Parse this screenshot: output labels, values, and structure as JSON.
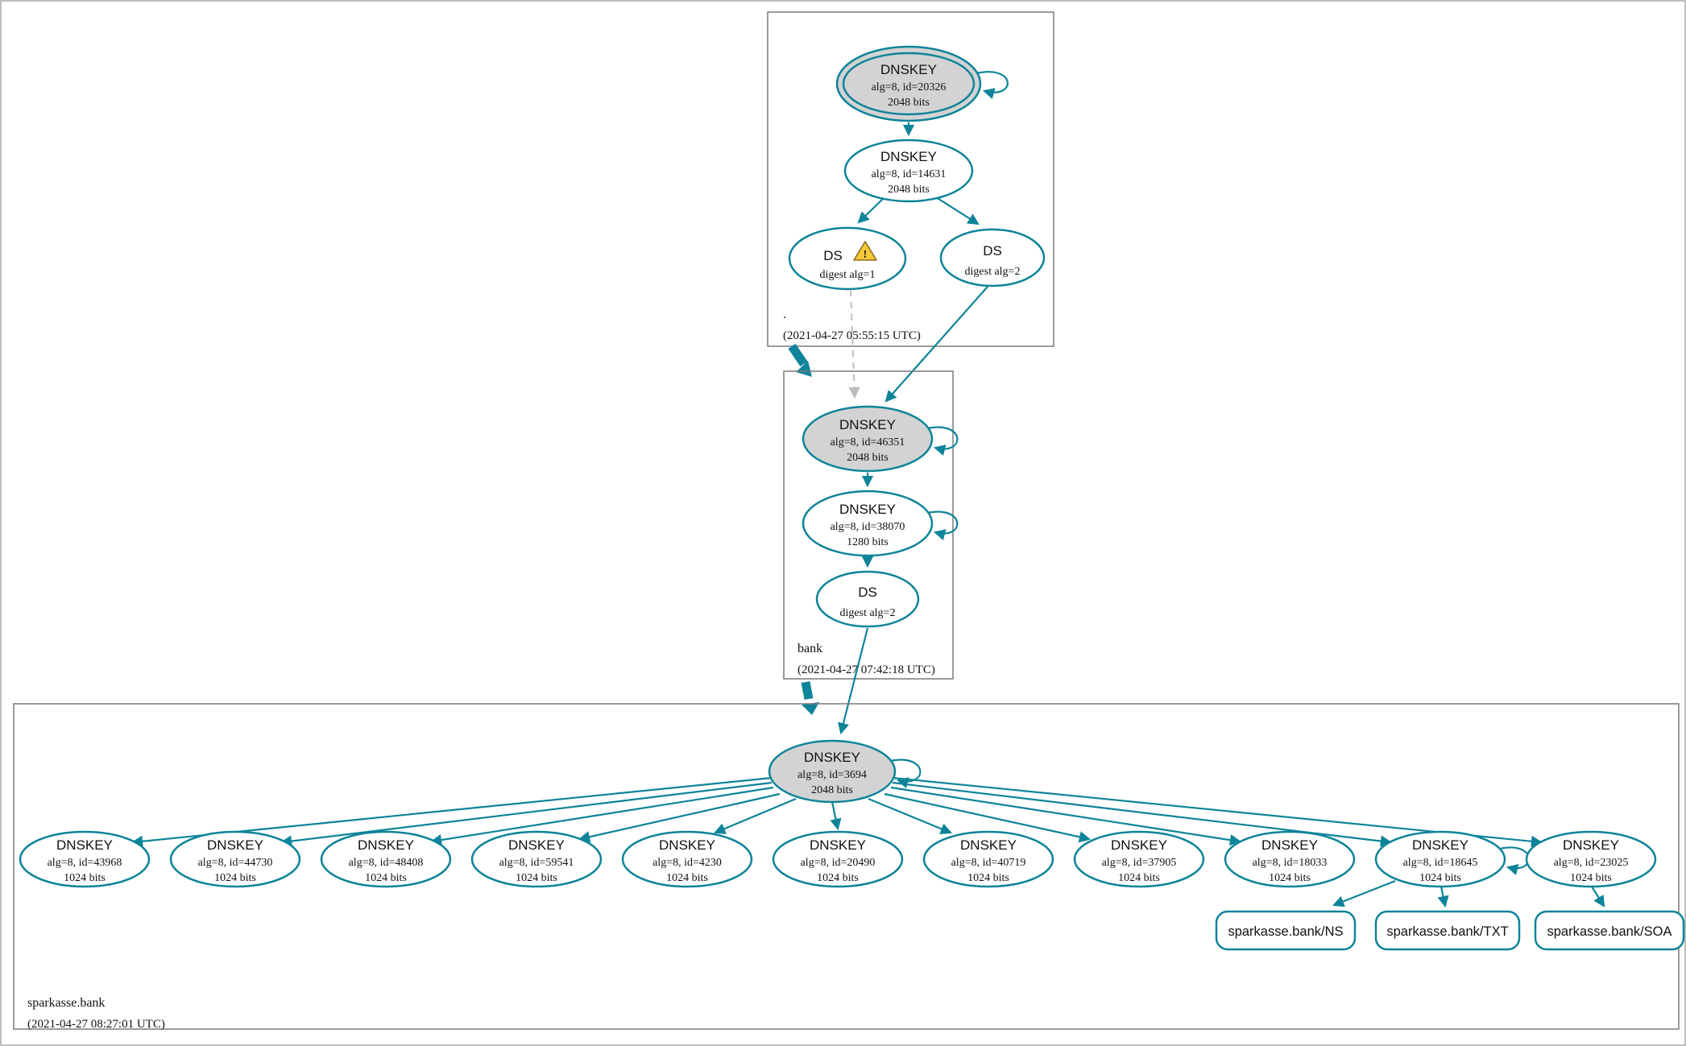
{
  "colors": {
    "edge_secure": "#0d8499",
    "ksk_fill": "#d3d3d3",
    "warning_fill": "#f7c937",
    "zone_box_border": "#7a7a7a",
    "dashed_edge": "#c4c4c4"
  },
  "zones": {
    "root": {
      "label": ".",
      "timestamp": "(2021-04-27 05:55:15 UTC)",
      "ksk": {
        "title": "DNSKEY",
        "alg": "alg=8, id=20326",
        "bits": "2048 bits"
      },
      "zsk": {
        "title": "DNSKEY",
        "alg": "alg=8, id=14631",
        "bits": "2048 bits"
      },
      "ds1": {
        "title": "DS",
        "digest": "digest alg=1",
        "warning_mark": "!"
      },
      "ds2": {
        "title": "DS",
        "digest": "digest alg=2"
      }
    },
    "bank": {
      "label": "bank",
      "timestamp": "(2021-04-27 07:42:18 UTC)",
      "ksk": {
        "title": "DNSKEY",
        "alg": "alg=8, id=46351",
        "bits": "2048 bits"
      },
      "zsk": {
        "title": "DNSKEY",
        "alg": "alg=8, id=38070",
        "bits": "1280 bits"
      },
      "ds": {
        "title": "DS",
        "digest": "digest alg=2"
      }
    },
    "sparkasse": {
      "label": "sparkasse.bank",
      "timestamp": "(2021-04-27 08:27:01 UTC)",
      "ksk": {
        "title": "DNSKEY",
        "alg": "alg=8, id=3694",
        "bits": "2048 bits"
      },
      "keys": [
        {
          "title": "DNSKEY",
          "alg": "alg=8, id=43968",
          "bits": "1024 bits"
        },
        {
          "title": "DNSKEY",
          "alg": "alg=8, id=44730",
          "bits": "1024 bits"
        },
        {
          "title": "DNSKEY",
          "alg": "alg=8, id=48408",
          "bits": "1024 bits"
        },
        {
          "title": "DNSKEY",
          "alg": "alg=8, id=59541",
          "bits": "1024 bits"
        },
        {
          "title": "DNSKEY",
          "alg": "alg=8, id=4230",
          "bits": "1024 bits"
        },
        {
          "title": "DNSKEY",
          "alg": "alg=8, id=20490",
          "bits": "1024 bits"
        },
        {
          "title": "DNSKEY",
          "alg": "alg=8, id=40719",
          "bits": "1024 bits"
        },
        {
          "title": "DNSKEY",
          "alg": "alg=8, id=37905",
          "bits": "1024 bits"
        },
        {
          "title": "DNSKEY",
          "alg": "alg=8, id=18033",
          "bits": "1024 bits"
        },
        {
          "title": "DNSKEY",
          "alg": "alg=8, id=18645",
          "bits": "1024 bits"
        },
        {
          "title": "DNSKEY",
          "alg": "alg=8, id=23025",
          "bits": "1024 bits"
        }
      ],
      "rrsets": [
        {
          "label": "sparkasse.bank/NS"
        },
        {
          "label": "sparkasse.bank/TXT"
        },
        {
          "label": "sparkasse.bank/SOA"
        }
      ]
    }
  }
}
